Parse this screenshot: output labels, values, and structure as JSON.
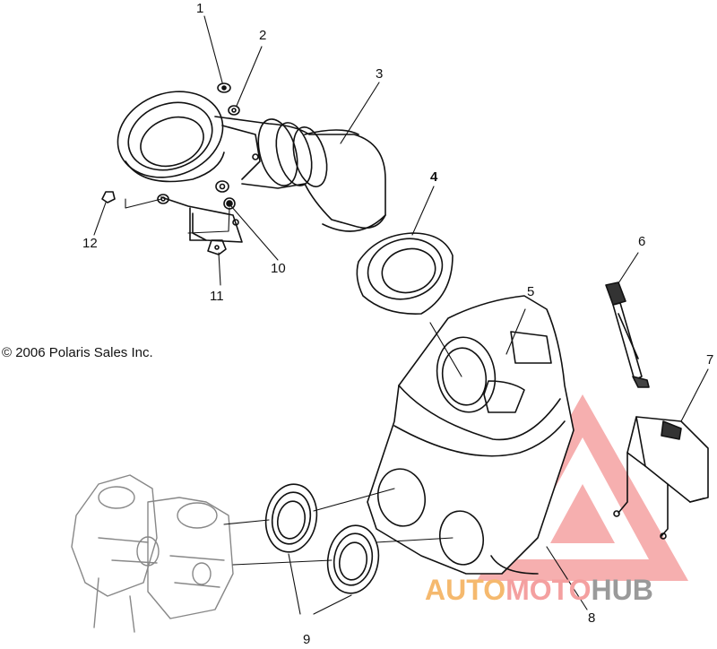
{
  "callouts": {
    "n1": "1",
    "n2": "2",
    "n3": "3",
    "n4": "4",
    "n5": "5",
    "n6": "6",
    "n7": "7",
    "n8": "8",
    "n9": "9",
    "n10": "10",
    "n11": "11",
    "n12": "12"
  },
  "copyright": "© 2006 Polaris Sales Inc.",
  "watermark": {
    "part1": "AUTO",
    "part2": "MOTO",
    "part3": "HUB",
    "colors": {
      "triangle": "#ef6e6e",
      "auto": "#f5b96e",
      "moto": "#f4a0a0",
      "hub": "#9a9a9a"
    }
  }
}
